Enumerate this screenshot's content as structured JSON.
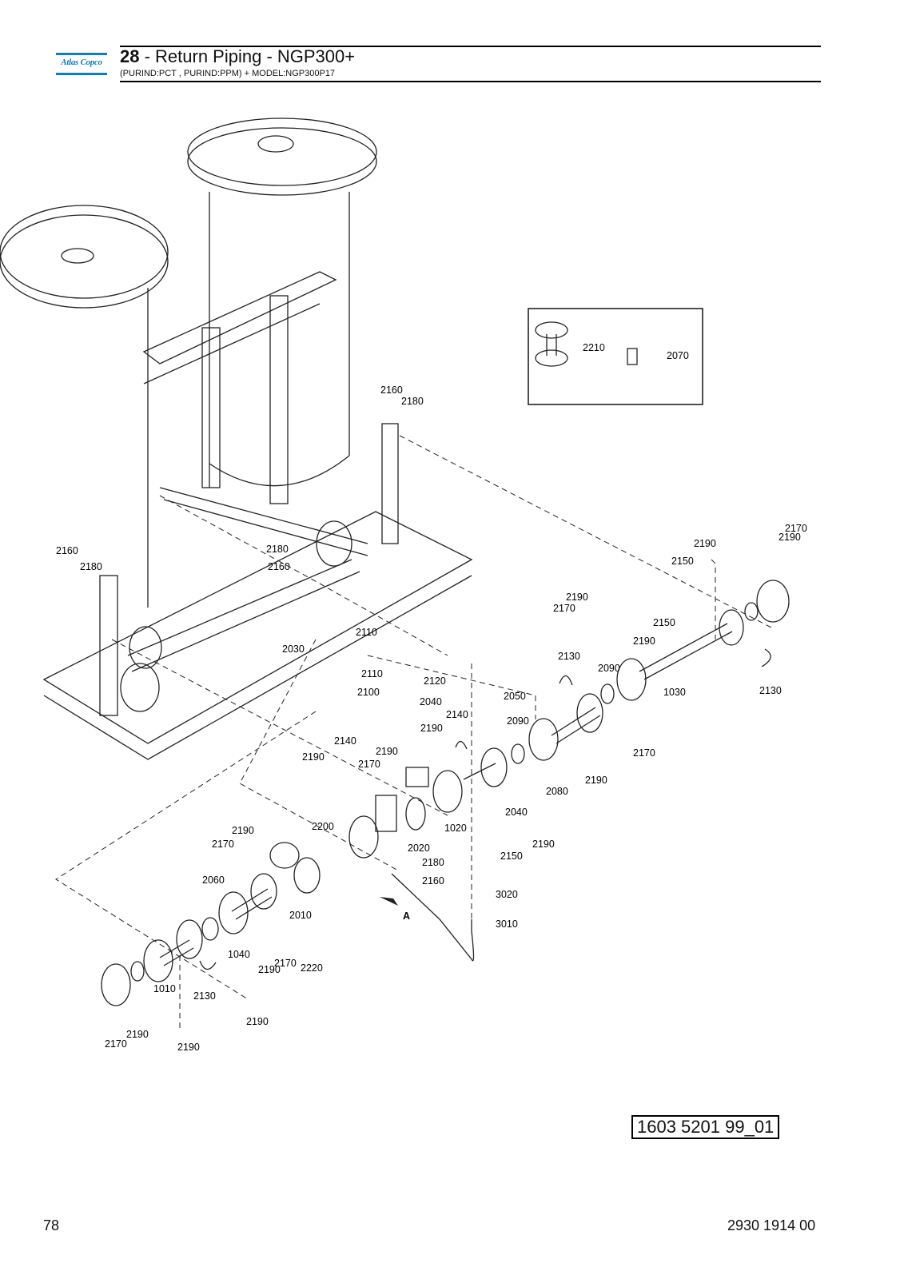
{
  "header": {
    "brand": "Atlas Copco",
    "section_number": "28",
    "section_title": " - Return Piping - NGP300+",
    "subtitle": "(PURIND:PCT , PURIND:PPM) + MODEL:NGP300P17"
  },
  "inset": {
    "labels": [
      "2210",
      "2070"
    ]
  },
  "view_label": "A",
  "part_labels": [
    "2160",
    "2180",
    "2160",
    "2180",
    "2180",
    "2160",
    "2190",
    "2170",
    "2190",
    "2150",
    "2170",
    "2190",
    "2150",
    "2190",
    "2130",
    "1030",
    "2130",
    "2090",
    "2110",
    "2030",
    "2110",
    "2100",
    "2120",
    "2050",
    "2040",
    "2140",
    "2190",
    "2090",
    "2170",
    "2190",
    "2080",
    "2140",
    "2190",
    "2170",
    "2190",
    "2200",
    "1020",
    "2040",
    "2020",
    "2150",
    "2190",
    "2190",
    "2170",
    "2060",
    "2010",
    "2180",
    "2160",
    "3020",
    "3010",
    "1040",
    "2170",
    "2190",
    "2220",
    "1010",
    "2130",
    "2190",
    "2190",
    "2170",
    "2190"
  ],
  "drawing_reference": "1603 5201 99_01",
  "footer": {
    "page_number": "78",
    "document_number": "2930 1914 00"
  }
}
